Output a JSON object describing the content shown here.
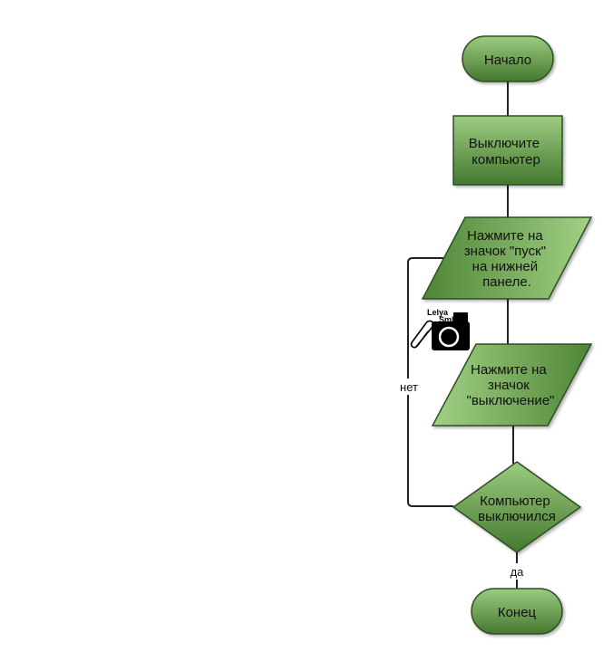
{
  "colors": {
    "node_fill_light": "#8fbf74",
    "node_fill_dark": "#4a7d34",
    "node_stroke": "#2f4f25",
    "edge": "#222222"
  },
  "nodes": {
    "start": {
      "lines": [
        "Начало"
      ]
    },
    "step1": {
      "lines": [
        "Выключите",
        "компьютер"
      ]
    },
    "step2": {
      "lines": [
        "Нажмите на",
        "значок \"пуск\"",
        "на нижней",
        "панеле."
      ]
    },
    "step3": {
      "lines": [
        "Нажмите на",
        "значок",
        "\"выключение\""
      ]
    },
    "decision": {
      "lines": [
        "Компьютер",
        "выключился"
      ]
    },
    "end": {
      "lines": [
        "Конец"
      ]
    }
  },
  "edges": {
    "no_label": "нет",
    "yes_label": "да"
  },
  "watermark": {
    "text_line1": "Lelya",
    "text_line2": "Sml",
    "icons": [
      "camera-icon",
      "paperclip-icon"
    ]
  }
}
